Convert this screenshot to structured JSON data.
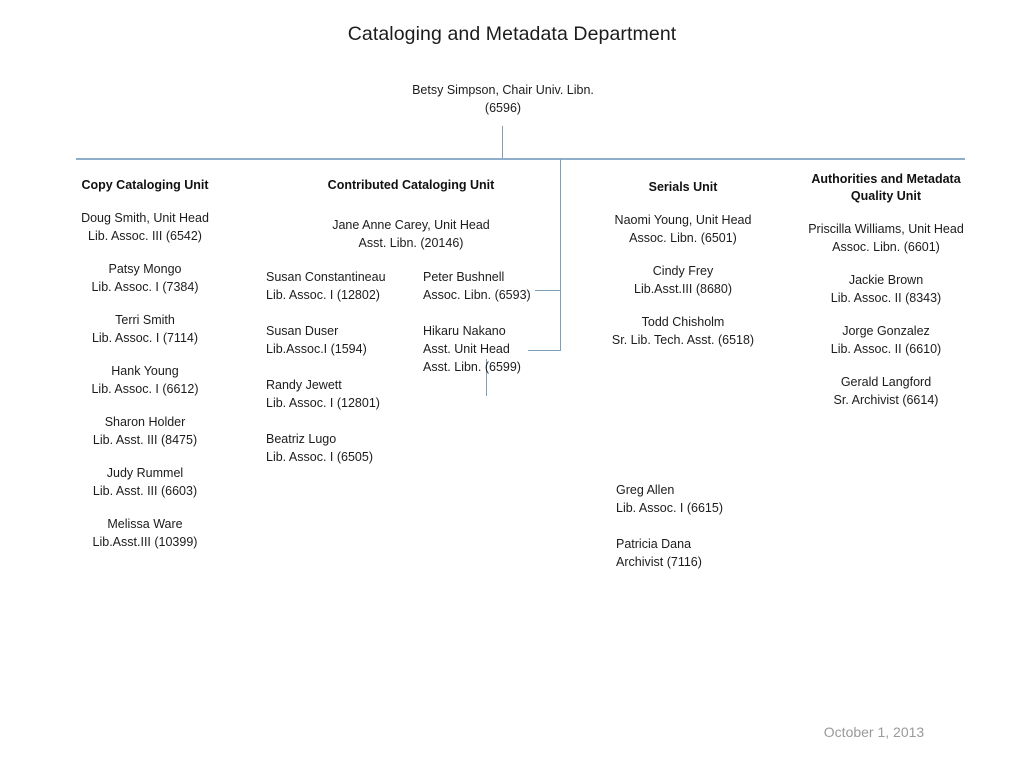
{
  "title": "Cataloging and Metadata Department",
  "footer_date": "October 1, 2013",
  "colors": {
    "bus_line": "#8faec9",
    "connector_line": "#7d9fbb",
    "text": "#1c1c1c",
    "date_text": "#9a9a9a",
    "background": "#ffffff"
  },
  "chair": {
    "name": "Betsy Simpson, Chair",
    "role": "Univ. Libn. (6596)"
  },
  "units": [
    {
      "id": "copy-cataloging",
      "heading": "Copy Cataloging Unit",
      "head": {
        "name": "Doug Smith, Unit Head",
        "role": "Lib. Assoc. III (6542)"
      },
      "staff": [
        {
          "name": "Patsy Mongo",
          "role": "Lib. Assoc. I (7384)"
        },
        {
          "name": "Terri Smith",
          "role": "Lib. Assoc. I (7114)"
        },
        {
          "name": "Hank Young",
          "role": "Lib. Assoc. I (6612)"
        },
        {
          "name": "Sharon Holder",
          "role": "Lib. Asst. III (8475)"
        },
        {
          "name": "Judy Rummel",
          "role": "Lib. Asst. III (6603)"
        },
        {
          "name": "Melissa Ware",
          "role": "Lib.Asst.III (10399)"
        }
      ]
    },
    {
      "id": "contributed-cataloging",
      "heading": "Contributed Cataloging Unit",
      "head": {
        "name": "Jane Anne Carey, Unit Head",
        "role": "Asst. Libn. (20146)"
      },
      "staff_left": [
        {
          "name": "Susan Constantineau",
          "role": "Lib. Assoc. I (12802)"
        },
        {
          "name": "Susan Duser",
          "role": "Lib.Assoc.I (1594)"
        },
        {
          "name": "Randy Jewett",
          "role": "Lib. Assoc. I (12801)"
        },
        {
          "name": "Beatriz Lugo",
          "role": "Lib. Assoc. I (6505)"
        }
      ],
      "staff_right": [
        {
          "name": "Peter Bushnell",
          "role": "Assoc. Libn. (6593)"
        },
        {
          "name": "Hikaru Nakano",
          "role2": "Asst. Unit Head",
          "role": "Asst. Libn. (6599)"
        }
      ],
      "staff_indented": [
        {
          "name": "Greg Allen",
          "role": "Lib. Assoc. I (6615)"
        },
        {
          "name": "Patricia Dana",
          "role": "Archivist (7116)"
        }
      ]
    },
    {
      "id": "serials",
      "heading": "Serials Unit",
      "head": {
        "name": "Naomi Young, Unit Head",
        "role": "Assoc. Libn. (6501)"
      },
      "staff": [
        {
          "name": "Cindy Frey",
          "role": "Lib.Asst.III (8680)"
        },
        {
          "name": "Todd Chisholm",
          "role": "Sr. Lib. Tech. Asst. (6518)"
        }
      ]
    },
    {
      "id": "authorities-metadata-quality",
      "heading": "Authorities and Metadata Quality Unit",
      "head": {
        "name": "Priscilla Williams, Unit Head",
        "role": "Assoc. Libn. (6601)"
      },
      "staff": [
        {
          "name": "Jackie Brown",
          "role": "Lib. Assoc. II (8343)"
        },
        {
          "name": "Jorge Gonzalez",
          "role": "Lib. Assoc. II (6610)"
        },
        {
          "name": "Gerald Langford",
          "role": "Sr. Archivist (6614)"
        }
      ]
    }
  ]
}
